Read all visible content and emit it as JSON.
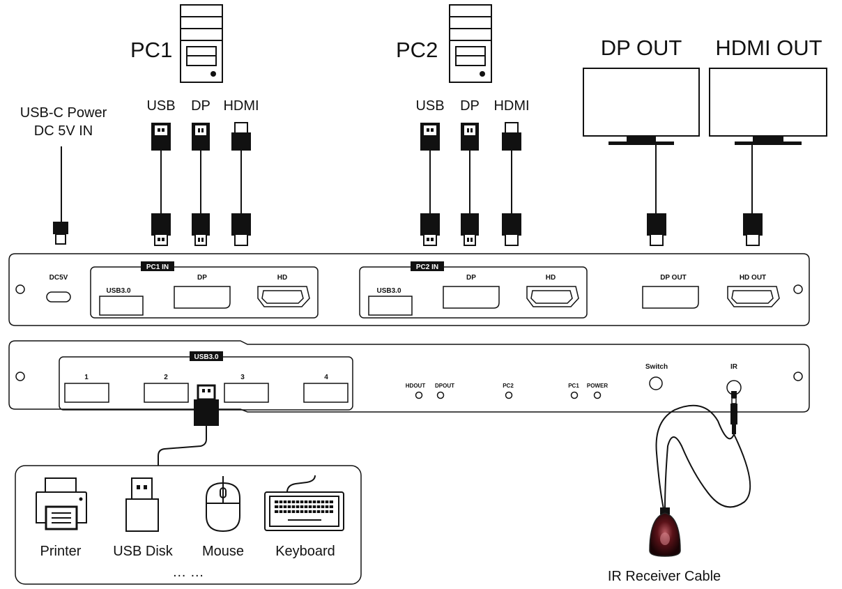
{
  "sources": {
    "pc1": {
      "label": "PC1",
      "ports": {
        "usb": "USB",
        "dp": "DP",
        "hdmi": "HDMI"
      }
    },
    "pc2": {
      "label": "PC2",
      "ports": {
        "usb": "USB",
        "dp": "DP",
        "hdmi": "HDMI"
      }
    }
  },
  "power": {
    "line1": "USB-C Power",
    "line2": "DC 5V IN"
  },
  "outputs": {
    "dp": "DP OUT",
    "hdmi": "HDMI OUT"
  },
  "rear_panel": {
    "dc5v": "DC5V",
    "pc1_in": {
      "tag": "PC1 IN",
      "usb": "USB3.0",
      "dp": "DP",
      "hd": "HD"
    },
    "pc2_in": {
      "tag": "PC2 IN",
      "usb": "USB3.0",
      "dp": "DP",
      "hd": "HD"
    },
    "dp_out": "DP OUT",
    "hd_out": "HD OUT"
  },
  "front_panel": {
    "usb_tag": "USB3.0",
    "usb_ports": [
      "1",
      "2",
      "3",
      "4"
    ],
    "leds": {
      "hdout": "HDOUT",
      "dpout": "DPOUT",
      "pc2": "PC2",
      "pc1": "PC1",
      "power": "POWER"
    },
    "switch": "Switch",
    "ir": "IR"
  },
  "peripherals": {
    "items": [
      "Printer",
      "USB Disk",
      "Mouse",
      "Keyboard"
    ],
    "more": "… …"
  },
  "ir_receiver": {
    "label": "IR Receiver Cable"
  }
}
